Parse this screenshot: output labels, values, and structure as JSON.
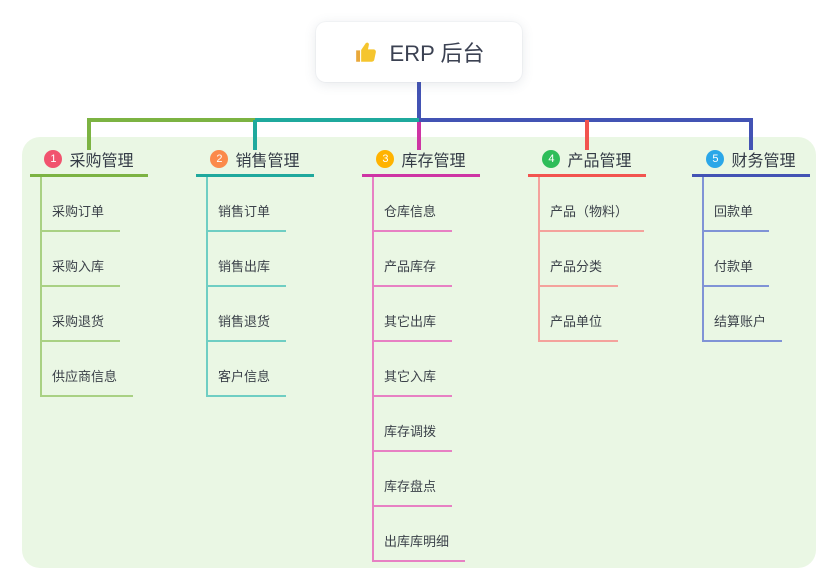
{
  "root": {
    "label": "ERP 后台",
    "icon": "thumbs-up"
  },
  "colors": {
    "canvas": "#FFFFFF",
    "panel_background": "#EAF7E4",
    "root_line": "#4353B4",
    "root_text": "#3B4152",
    "branch_text": "#343B46",
    "child_text": "#3C424A",
    "thumb_yellow": "#F5C52E",
    "thumb_cuff": "#E9A83A"
  },
  "branches": [
    {
      "badge": "1",
      "badge_color": "#F1536E",
      "color": "#7CB342",
      "light_color": "#A9D183",
      "label": "采购管理",
      "children": [
        "采购订单",
        "采购入库",
        "采购退货",
        "供应商信息"
      ]
    },
    {
      "badge": "2",
      "badge_color": "#FB8A4B",
      "color": "#1FA99D",
      "light_color": "#6FCEC3",
      "label": "销售管理",
      "children": [
        "销售订单",
        "销售出库",
        "销售退货",
        "客户信息"
      ]
    },
    {
      "badge": "3",
      "badge_color": "#FFB300",
      "color": "#CE35A4",
      "light_color": "#E780C3",
      "label": "库存管理",
      "children": [
        "仓库信息",
        "产品库存",
        "其它出库",
        "其它入库",
        "库存调拨",
        "库存盘点",
        "出库库明细"
      ]
    },
    {
      "badge": "4",
      "badge_color": "#2EBD59",
      "color": "#F2544F",
      "light_color": "#F4A29C",
      "label": "产品管理",
      "children": [
        "产品（物料）",
        "产品分类",
        "产品单位"
      ]
    },
    {
      "badge": "5",
      "badge_color": "#2BA7E8",
      "color": "#4353B4",
      "light_color": "#8093D6",
      "label": "财务管理",
      "children": [
        "回款单",
        "付款单",
        "结算账户"
      ]
    }
  ]
}
